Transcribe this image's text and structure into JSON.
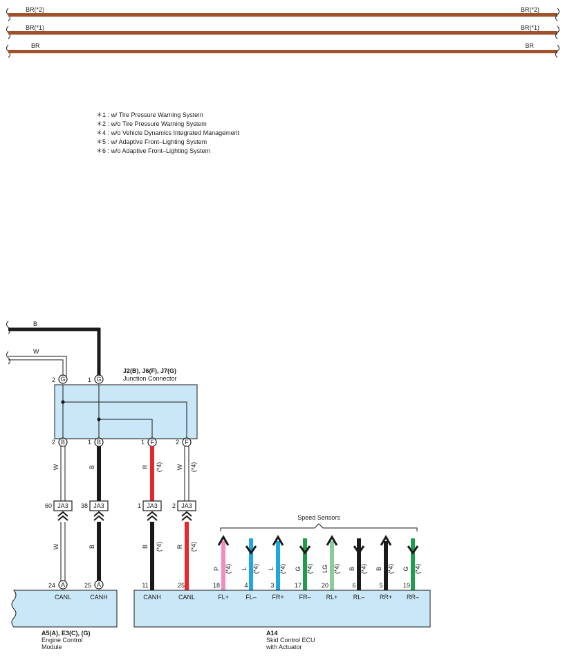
{
  "top_bus": [
    {
      "left_label": "BR(*2)",
      "right_label": "BR(*2)"
    },
    {
      "left_label": "BR(*1)",
      "right_label": "BR(*1)"
    },
    {
      "left_label": "BR",
      "right_label": "BR"
    }
  ],
  "notes": [
    "＊1 : w/ Tire Pressure Warning System",
    "＊2 : w/o Tire Pressure Warning System",
    "＊4 : w/o Vehicle Dynamics Integrated Management",
    "＊5 : w/ Adaptive Front–Lighting System",
    "＊6 : w/o Adaptive Front–Lighting System"
  ],
  "left_wires": {
    "b_label": "B",
    "w_label": "W"
  },
  "junction": {
    "title": "J2(B), J6(F), J7(G)",
    "subtitle": "Junction Connector",
    "top_pins": [
      {
        "num": "2",
        "code": "G"
      },
      {
        "num": "1",
        "code": "G"
      }
    ],
    "bottom_pins": [
      {
        "num": "2",
        "code": "B"
      },
      {
        "num": "1",
        "code": "B"
      },
      {
        "num": "1",
        "code": "F"
      },
      {
        "num": "2",
        "code": "F"
      }
    ]
  },
  "upper_wires": [
    {
      "color": "W",
      "note": ""
    },
    {
      "color": "B",
      "note": ""
    },
    {
      "color": "R",
      "note": "(*4)"
    },
    {
      "color": "W",
      "note": "(*4)"
    }
  ],
  "ja3": [
    {
      "num": "60",
      "label": "JA3"
    },
    {
      "num": "38",
      "label": "JA3"
    },
    {
      "num": "1",
      "label": "JA3"
    },
    {
      "num": "2",
      "label": "JA3"
    }
  ],
  "lower_wires": [
    {
      "color": "W",
      "note": ""
    },
    {
      "color": "B",
      "note": ""
    },
    {
      "color": "B",
      "note": "(*4)"
    },
    {
      "color": "R",
      "note": "(*4)"
    }
  ],
  "ecm": {
    "title": "A5(A), E3(C), (G)",
    "line2": "Engine Control",
    "line3": "Module",
    "pins": [
      {
        "num": "24",
        "code": "A",
        "name": "CANL"
      },
      {
        "num": "25",
        "code": "A",
        "name": "CANH"
      }
    ]
  },
  "skid": {
    "title": "A14",
    "line2": "Skid Control ECU",
    "line3": "with Actuator",
    "pins": [
      {
        "num": "11",
        "name": "CANH"
      },
      {
        "num": "25",
        "name": "CANL"
      },
      {
        "num": "18",
        "name": "FL+",
        "color": "P",
        "note": "(*4)"
      },
      {
        "num": "4",
        "name": "FL–",
        "color": "L",
        "note": "(*4)"
      },
      {
        "num": "3",
        "name": "FR+",
        "color": "L",
        "note": "(*4)"
      },
      {
        "num": "17",
        "name": "FR–",
        "color": "G",
        "note": "(*4)"
      },
      {
        "num": "20",
        "name": "RL+",
        "color": "LG",
        "note": "(*4)"
      },
      {
        "num": "6",
        "name": "RL–",
        "color": "B",
        "note": "(*4)"
      },
      {
        "num": "5",
        "name": "RR+",
        "color": "B",
        "note": "(*4)"
      },
      {
        "num": "19",
        "name": "RR–",
        "color": "G",
        "note": "(*4)"
      }
    ]
  },
  "speed_sensors_label": "Speed Sensors",
  "colors": {
    "brown": "#a0522d",
    "black": "#1a1a1a",
    "red": "#e8262b",
    "pink": "#f08cbf",
    "blue": "#1ea7e1",
    "green": "#1e9e4a",
    "light_green": "#86cf9c",
    "box_fill": "#c9e7f6"
  }
}
